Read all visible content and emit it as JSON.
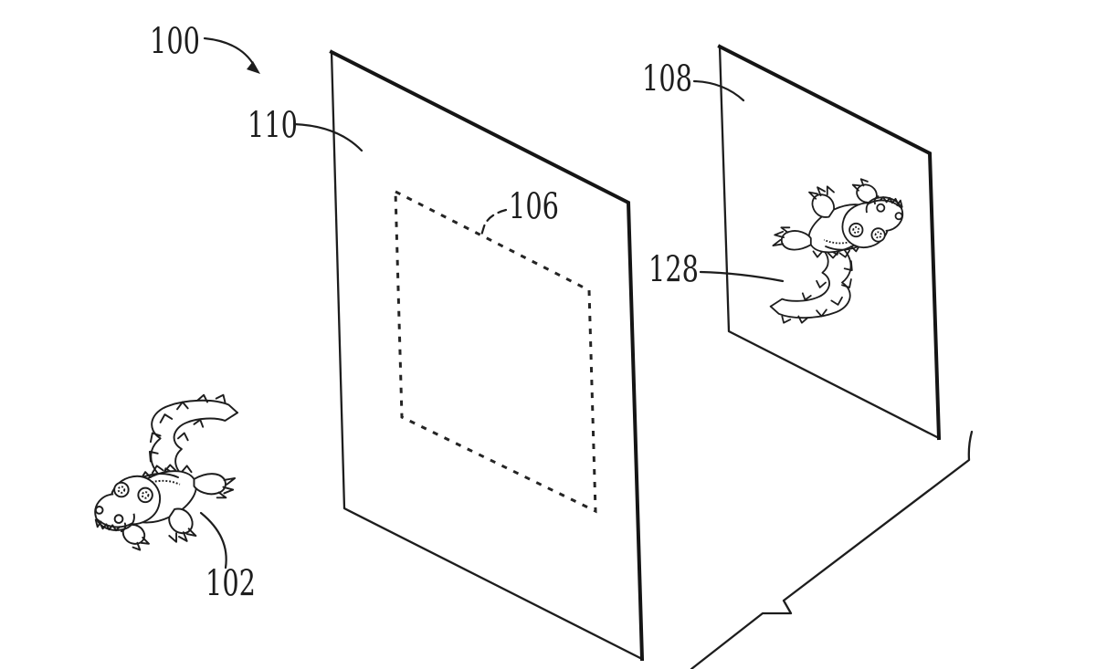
{
  "figure": {
    "kind": "patent-line-drawing",
    "background_color": "#ffffff",
    "line_color": "#1d1d1d",
    "labels": [
      {
        "ref": "100",
        "points_to": "overall system",
        "leader_style": "curved arrow"
      },
      {
        "ref": "110",
        "points_to": "front panel",
        "leader_style": "curved line"
      },
      {
        "ref": "106",
        "points_to": "dashed region on front panel",
        "leader_style": "dashed curved line"
      },
      {
        "ref": "108",
        "points_to": "rear panel",
        "leader_style": "curved line"
      },
      {
        "ref": "128",
        "points_to": "crocodile image on rear panel",
        "leader_style": "curved line"
      },
      {
        "ref": "102",
        "points_to": "crocodile figure",
        "leader_style": "curved line"
      }
    ]
  }
}
